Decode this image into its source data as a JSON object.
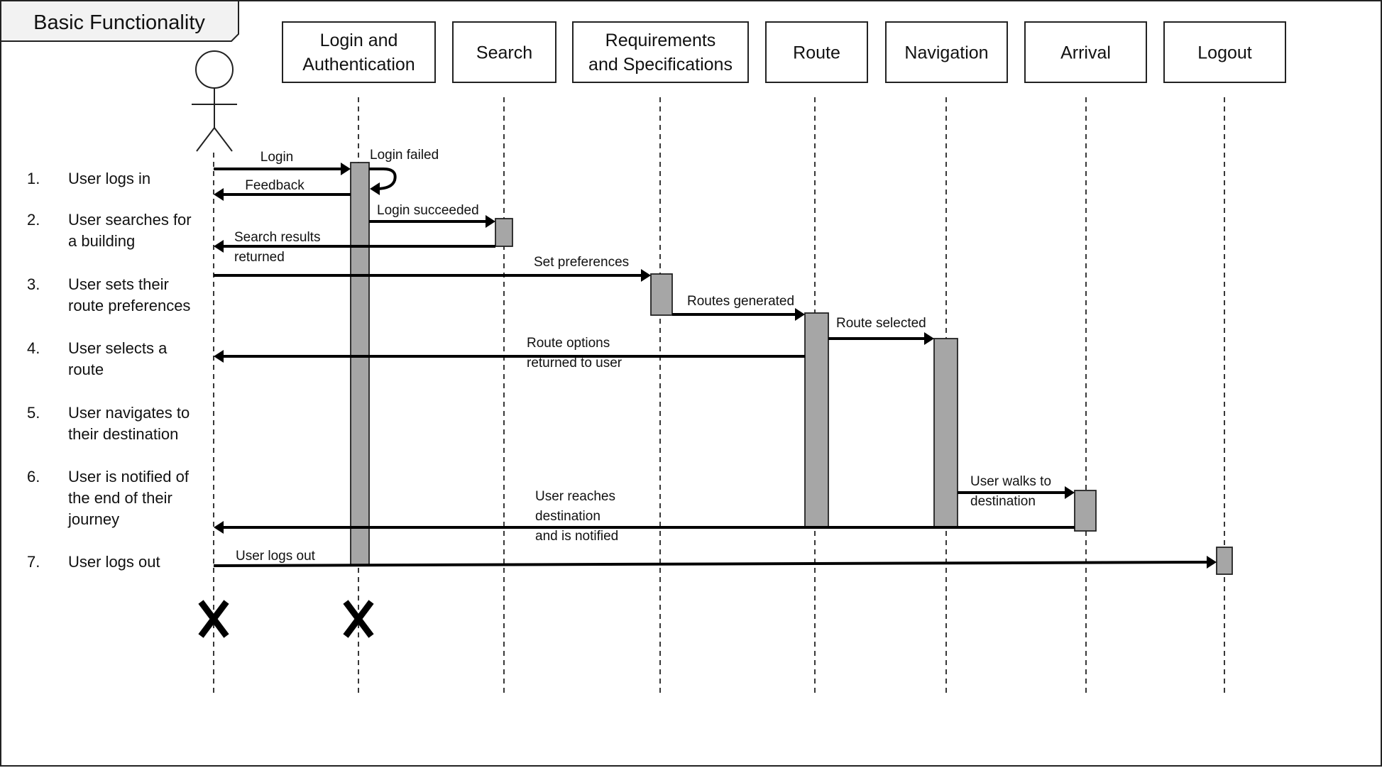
{
  "frame": {
    "title": "Basic Functionality"
  },
  "participants": [
    {
      "id": "login",
      "lines": [
        "Login and",
        "Authentication"
      ]
    },
    {
      "id": "search",
      "lines": [
        "Search"
      ]
    },
    {
      "id": "requirements",
      "lines": [
        "Requirements",
        "and Specifications"
      ]
    },
    {
      "id": "route",
      "lines": [
        "Route"
      ]
    },
    {
      "id": "navigation",
      "lines": [
        "Navigation"
      ]
    },
    {
      "id": "arrival",
      "lines": [
        "Arrival"
      ]
    },
    {
      "id": "logout",
      "lines": [
        "Logout"
      ]
    }
  ],
  "steps": [
    {
      "num": "1.",
      "lines": [
        "User logs in"
      ]
    },
    {
      "num": "2.",
      "lines": [
        "User searches for",
        "a building"
      ]
    },
    {
      "num": "3.",
      "lines": [
        "User sets their",
        "route preferences"
      ]
    },
    {
      "num": "4.",
      "lines": [
        "User selects a",
        "route"
      ]
    },
    {
      "num": "5.",
      "lines": [
        "User navigates to",
        "their destination"
      ]
    },
    {
      "num": "6.",
      "lines": [
        "User is notified of",
        "the end of their",
        "journey"
      ]
    },
    {
      "num": "7.",
      "lines": [
        "User logs out"
      ]
    }
  ],
  "messages": [
    {
      "id": "login",
      "from": "user",
      "to": "login",
      "lines": [
        "Login"
      ]
    },
    {
      "id": "login-failed",
      "from": "login",
      "to": "login",
      "self": true,
      "lines": [
        "Login failed"
      ]
    },
    {
      "id": "feedback",
      "from": "login",
      "to": "user",
      "lines": [
        "Feedback"
      ]
    },
    {
      "id": "login-succeeded",
      "from": "login",
      "to": "search",
      "lines": [
        "Login succeeded"
      ]
    },
    {
      "id": "search-results",
      "from": "search",
      "to": "user",
      "lines": [
        "Search results",
        "returned"
      ]
    },
    {
      "id": "set-preferences",
      "from": "user",
      "to": "requirements",
      "lines": [
        "Set preferences"
      ]
    },
    {
      "id": "routes-generated",
      "from": "requirements",
      "to": "route",
      "lines": [
        "Routes generated"
      ]
    },
    {
      "id": "route-selected",
      "from": "route",
      "to": "navigation",
      "lines": [
        "Route selected"
      ]
    },
    {
      "id": "route-options",
      "from": "route",
      "to": "user",
      "lines": [
        "Route options",
        "returned to user"
      ]
    },
    {
      "id": "user-walks",
      "from": "navigation",
      "to": "arrival",
      "lines": [
        "User walks to",
        "destination"
      ]
    },
    {
      "id": "user-reaches",
      "from": "arrival",
      "to": "user",
      "lines": [
        "User reaches",
        "destination",
        "and is notified"
      ]
    },
    {
      "id": "user-logs-out",
      "from": "user",
      "to": "logout",
      "lines": [
        "User logs out"
      ]
    }
  ],
  "destroy_mark": "X",
  "destroyed_lifelines": [
    "user",
    "login"
  ]
}
